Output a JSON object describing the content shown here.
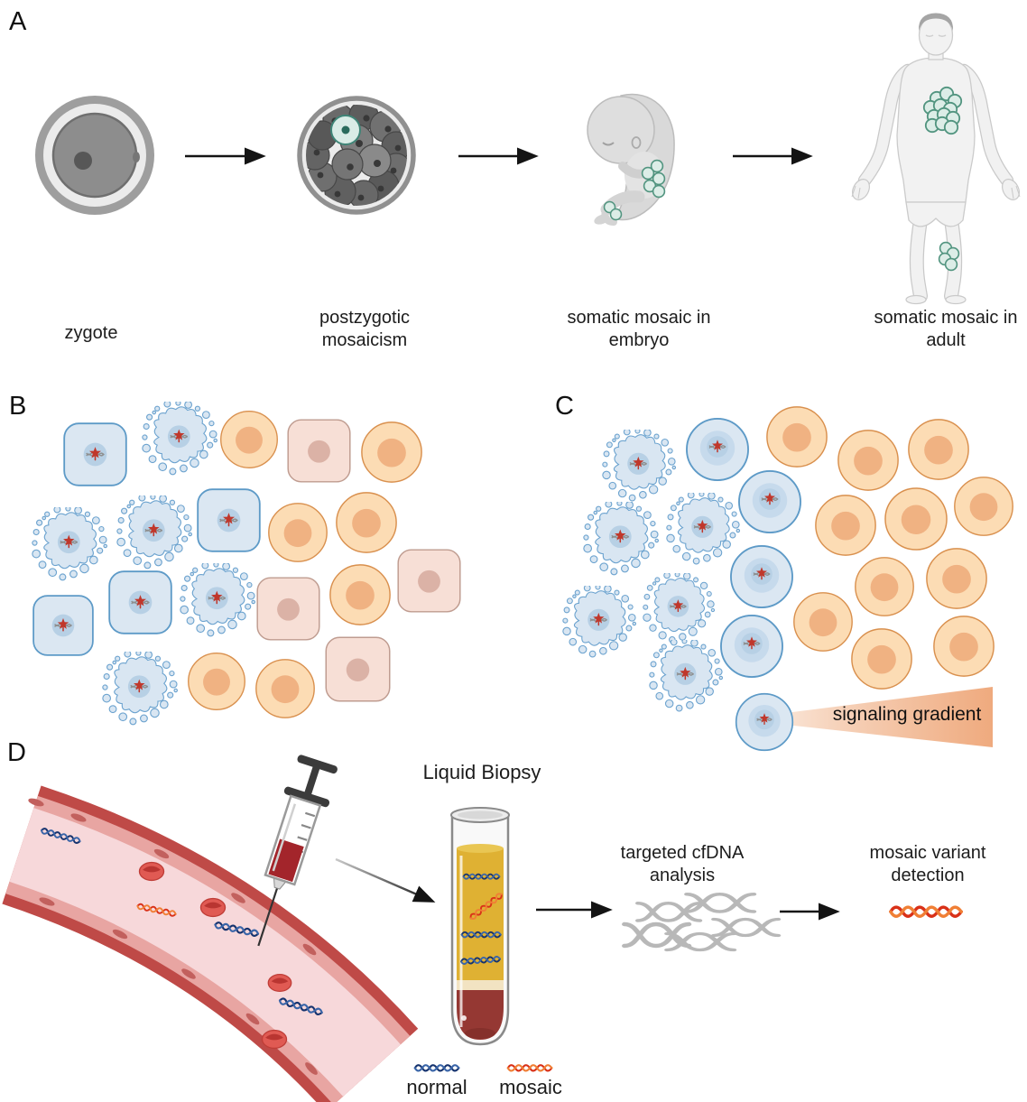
{
  "panels": {
    "a": {
      "label": "A",
      "steps": [
        {
          "line1": "zygote",
          "line2": ""
        },
        {
          "line1": "postzygotic",
          "line2": "mosaicism"
        },
        {
          "line1": "somatic mosaic in",
          "line2": "embryo"
        },
        {
          "line1": "somatic mosaic in",
          "line2": "adult"
        }
      ]
    },
    "b": {
      "label": "B"
    },
    "c": {
      "label": "C",
      "gradient_label": "signaling gradient"
    },
    "d": {
      "label": "D",
      "tube_title": "Liquid Biopsy",
      "analysis": {
        "line1": "targeted cfDNA",
        "line2": "analysis"
      },
      "detection": {
        "line1": "mosaic variant",
        "line2": "detection"
      },
      "legend": {
        "normal": {
          "label": "normal",
          "strand1": "#16336e",
          "strand2": "#3a65a8"
        },
        "mosaic": {
          "label": "mosaic",
          "strand1": "#d93118",
          "strand2": "#f07f35"
        }
      }
    }
  },
  "colors": {
    "mutant_cell_fill": "#dbe7f2",
    "mutant_cell_stroke": "#5d9ac7",
    "mutation_star_red": "#c0372b",
    "wildtype_cell_fill": "#fcdcb4",
    "wildtype_cell_stroke": "#d9904e",
    "transitional_cell_fill": "#f7dfd6",
    "transitional_cell_stroke": "#bf9c90",
    "mosaic_clone_teal_fill": "#dcede7",
    "mosaic_clone_teal_stroke": "#51947f",
    "signaling_gradient_deep": "#efaa7e",
    "vessel_wall": "#bf4a47",
    "vessel_endothelium": "#e8a5a2",
    "vessel_lumen": "#f7d8da",
    "plasma_yellow": "#dfb133",
    "blood_red": "#953833",
    "normal_cfdna_blue": "#16336e",
    "mosaic_cfdna_red": "#d93118"
  }
}
